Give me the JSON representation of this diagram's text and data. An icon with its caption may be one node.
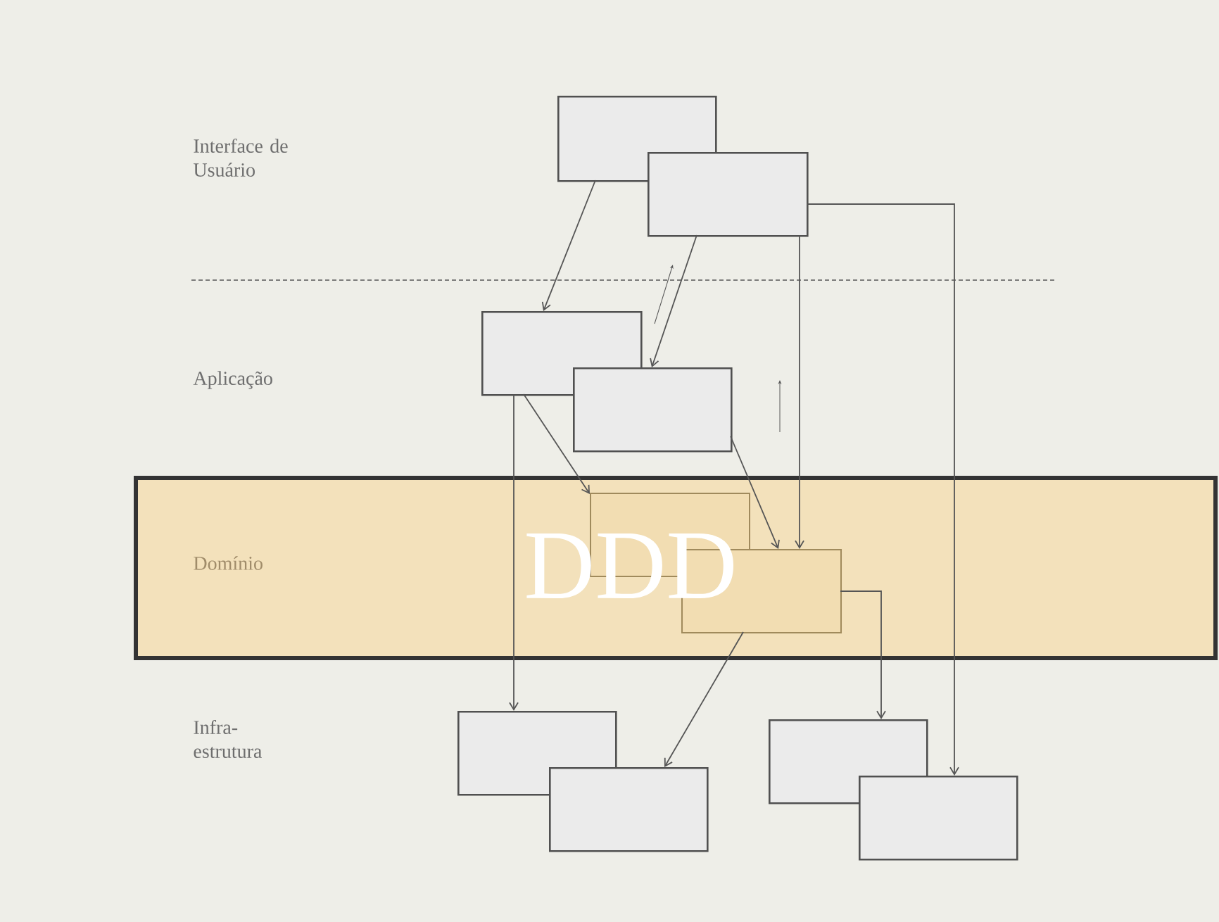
{
  "diagram": {
    "nodes": [
      {
        "text": [],
        "shape": "box"
      },
      {
        "text": [],
        "shape": "box"
      },
      {
        "text": [],
        "shape": "box"
      },
      {
        "text": [],
        "shape": "box"
      },
      {
        "text": [
          "Domínio"
        ]
      },
      {
        "text": [],
        "shape": "box",
        "in": 4
      },
      {
        "text": [],
        "shape": "box",
        "in": 4
      },
      {
        "text": [],
        "shape": "box"
      },
      {
        "text": [],
        "shape": "box"
      },
      {
        "text": [],
        "shape": "box"
      },
      {
        "text": [],
        "shape": "box"
      }
    ],
    "edges": [
      {
        "from": 0,
        "to": 2,
        "arrow": "to"
      },
      {
        "from": 1,
        "to": 3,
        "arrow": "to"
      },
      {
        "from": 1,
        "to": 10,
        "arrow": "to"
      },
      {
        "from": 1,
        "to": 6,
        "arrow": "to"
      },
      {
        "from": 2,
        "to": 5,
        "arrow": "to"
      },
      {
        "from": 2,
        "to": 7,
        "arrow": "to"
      },
      {
        "from": 3,
        "to": 6,
        "arrow": "to"
      },
      {
        "from": 6,
        "to": 9,
        "arrow": "to"
      },
      {
        "from": 6,
        "to": 8,
        "arrow": "to"
      }
    ],
    "labels": [
      "Interface de Usuário",
      "Aplicação",
      "DDD",
      "Infra-estrutura"
    ]
  }
}
